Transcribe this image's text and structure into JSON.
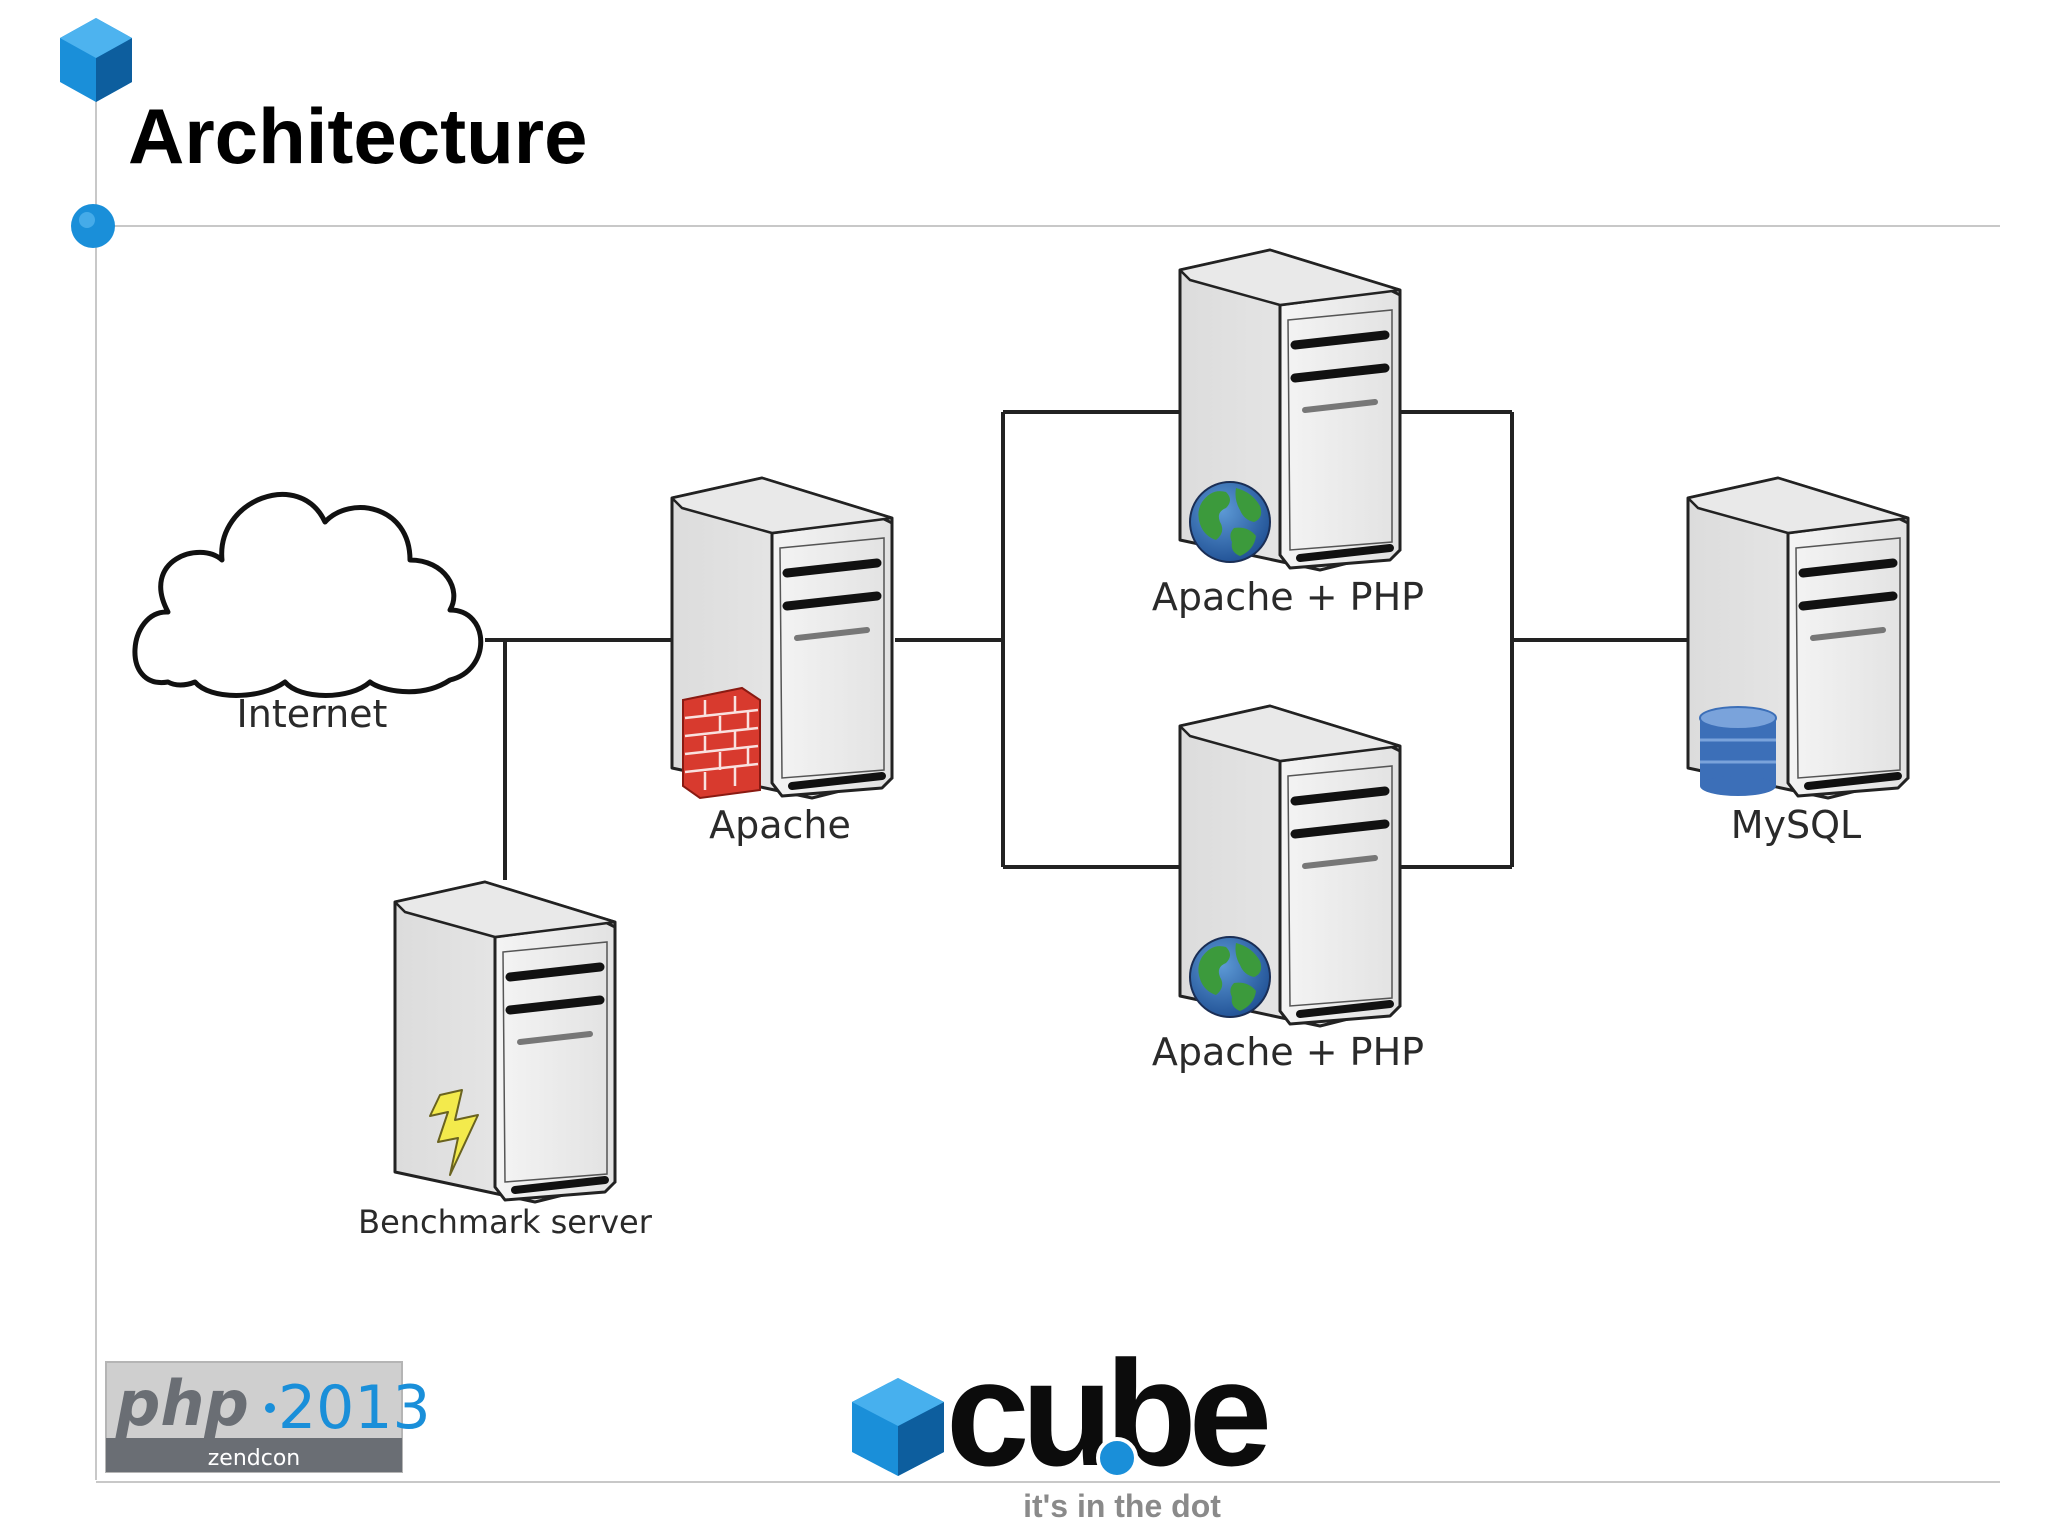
{
  "slide": {
    "title": "Architecture"
  },
  "diagram": {
    "nodes": {
      "internet": {
        "label": "Internet"
      },
      "apache": {
        "label": "Apache"
      },
      "apache_php_1": {
        "label": "Apache + PHP"
      },
      "apache_php_2": {
        "label": "Apache + PHP"
      },
      "mysql": {
        "label": "MySQL"
      },
      "benchmark": {
        "label": "Benchmark server"
      }
    }
  },
  "footer": {
    "conference_logo": {
      "brand": "php",
      "year": "2013",
      "sub": "zendcon"
    },
    "company_logo": {
      "name": "cube",
      "tagline": "it's in the dot"
    }
  },
  "colors": {
    "accent_blue": "#1a8fd9",
    "cube_dark": "#0d5e9e",
    "firewall_red": "#d83a2e",
    "bolt_yellow": "#f3ea4c",
    "database_blue": "#3c6fb8"
  }
}
